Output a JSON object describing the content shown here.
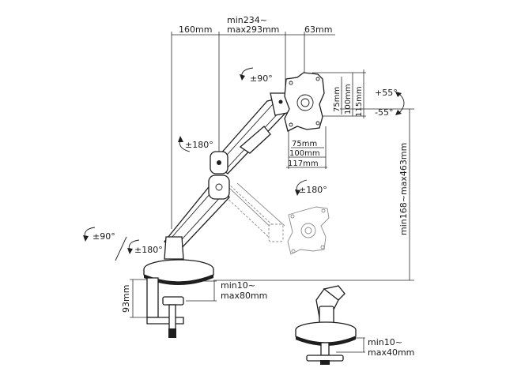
{
  "dimensions": {
    "reach_min_label": "160mm",
    "reach_range_label_line1": "min234~",
    "reach_range_label_line2": "max293mm",
    "plate_offset_label": "63mm",
    "vesa_side_75": "75mm",
    "vesa_side_100": "100mm",
    "vesa_side_115": "115mm",
    "vesa_bottom_75": "75mm",
    "vesa_bottom_100": "100mm",
    "vesa_bottom_117": "117mm",
    "height_range_label": "min168~max463mm",
    "base_height_label": "93mm",
    "clamp_range_line1": "min10~",
    "clamp_range_line2": "max80mm",
    "grommet_range_line1": "min10~",
    "grommet_range_line2": "max40mm"
  },
  "rotations": {
    "head_swivel": "±90°",
    "arm_swivel": "±180°",
    "monitor_rotation": "±180°",
    "tilt_up": "+55°",
    "tilt_down": "-55°",
    "base_swivel": "±90°",
    "base_arm_swivel": "±180°"
  },
  "icons": {
    "rotation_arrow": "curved-arrow-icon",
    "tilt_arrow": "tilt-arrow-icon"
  }
}
